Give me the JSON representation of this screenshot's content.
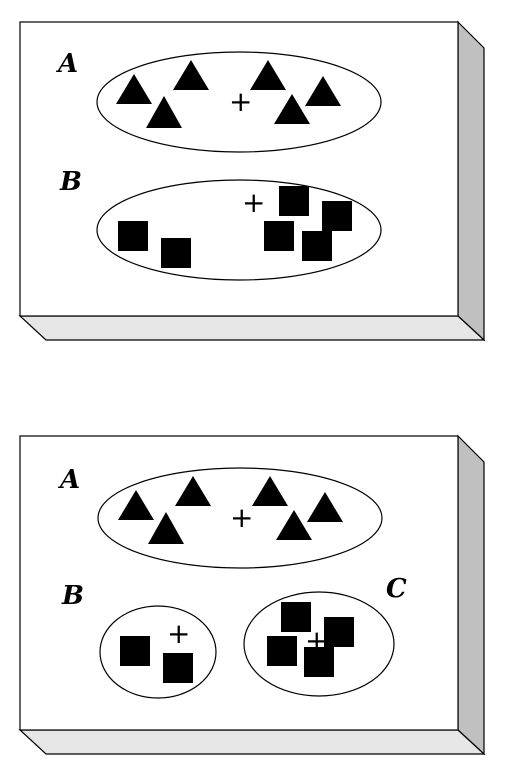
{
  "panels": [
    {
      "labels": {
        "a": "A",
        "b": "B"
      },
      "plus_sign": "+"
    },
    {
      "labels": {
        "a": "A",
        "b": "B",
        "c": "C"
      },
      "plus_sign": "+"
    }
  ],
  "colors": {
    "box_face": "#ffffff",
    "box_side": "#c0c0c0",
    "box_bottom": "#e6e6e6",
    "stroke": "#000000",
    "shape_fill": "#000000"
  }
}
